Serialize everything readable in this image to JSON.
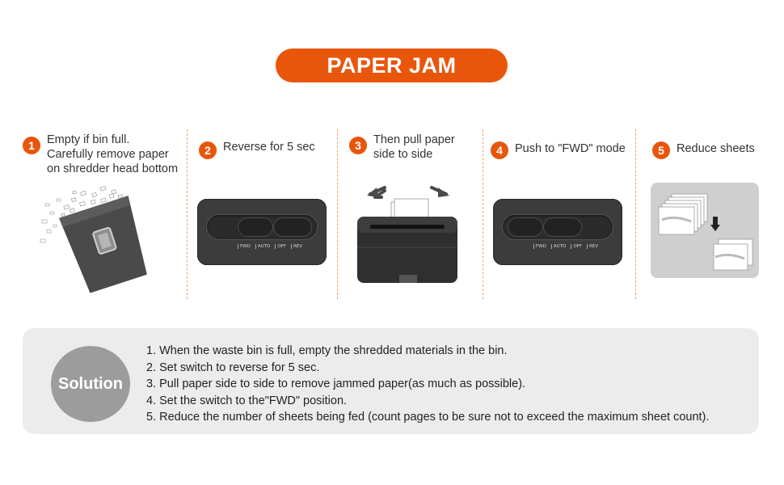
{
  "title": "PAPER JAM",
  "steps": [
    {
      "num": "1",
      "lines": [
        "Empty if bin full.",
        "Carefully remove paper",
        "on shredder head bottom"
      ]
    },
    {
      "num": "2",
      "lines": [
        "Reverse for 5 sec"
      ]
    },
    {
      "num": "3",
      "lines": [
        "Then pull paper",
        "side to side"
      ]
    },
    {
      "num": "4",
      "lines": [
        "Push to \"FWD\" mode"
      ]
    },
    {
      "num": "5",
      "lines": [
        "Reduce sheets"
      ]
    }
  ],
  "switch_labels": [
    "FWD",
    "AUTO",
    "OFF",
    "REV"
  ],
  "solution": {
    "label": "Solution",
    "items": [
      "1. When the waste bin is full, empty the shredded materials in the bin.",
      "2. Set switch to reverse for 5 sec.",
      "3. Pull paper side to side to remove jammed paper(as much as possible).",
      "4. Set the switch to the\"FWD\" position.",
      "5. Reduce the number of sheets being fed (count pages to be sure not to exceed the maximum sheet count)."
    ]
  },
  "colors": {
    "accent": "#e8560c",
    "panel": "#3c3c3c",
    "solution_bg": "#ececec",
    "solution_circle": "#9c9c9c"
  }
}
